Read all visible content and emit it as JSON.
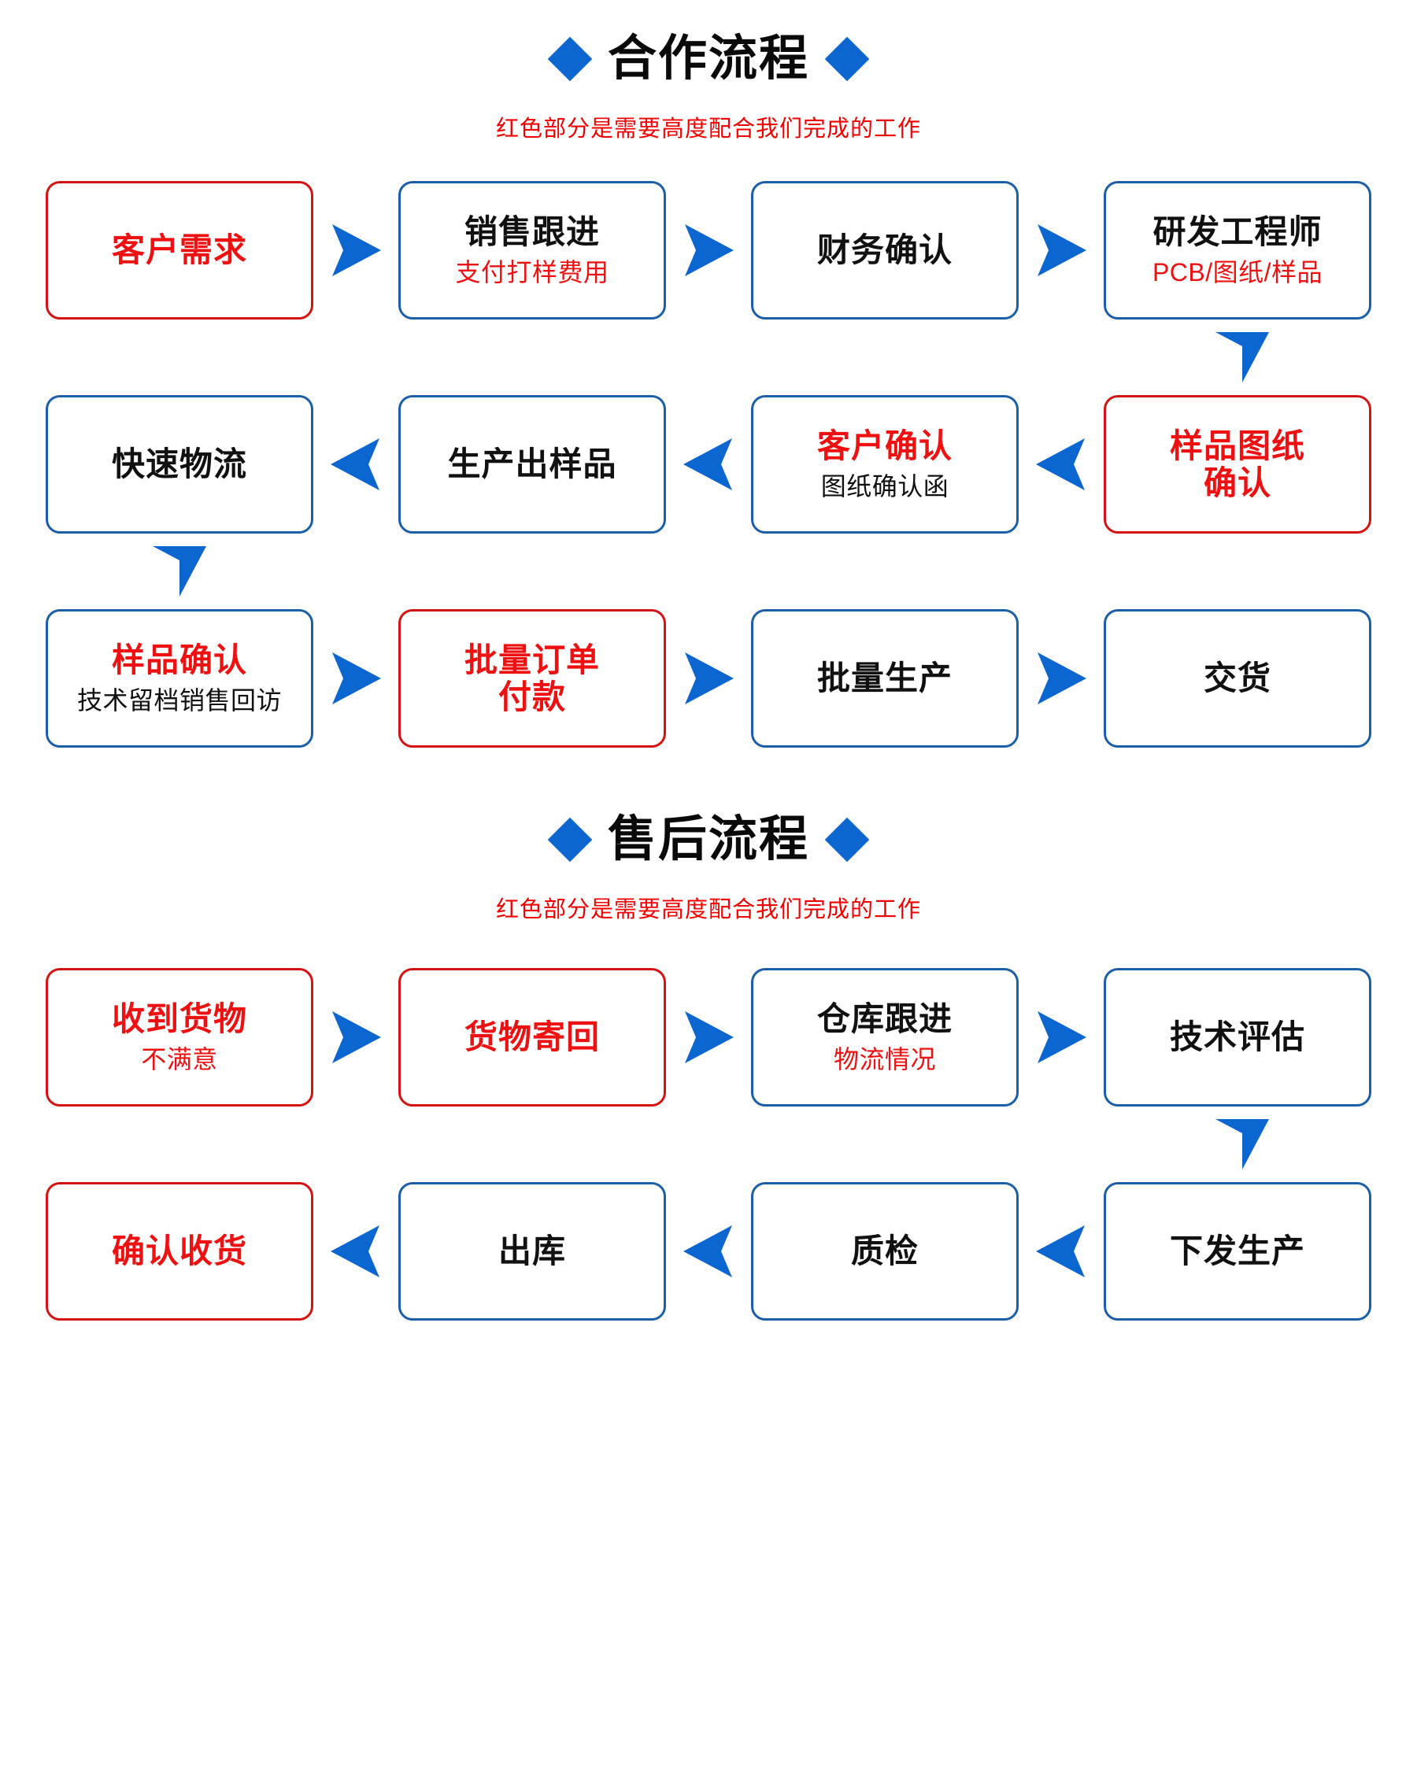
{
  "sections": [
    {
      "id": "cooperation",
      "title": "合作流程",
      "subtitle": "红色部分是需要高度配合我们完成的工作",
      "diamond_icon": "diamond-icon",
      "accent_blue": "#1b5fa8",
      "accent_red": "#d61212",
      "arrow_color": "#0c66d0",
      "rows": [
        {
          "direction": "ltr",
          "nodes": [
            {
              "title": "客户需求",
              "title_color": "red",
              "border": "red",
              "sub": "",
              "sub_color": "black"
            },
            {
              "title": "销售跟进",
              "title_color": "black",
              "border": "blue",
              "sub": "支付打样费用",
              "sub_color": "red"
            },
            {
              "title": "财务确认",
              "title_color": "black",
              "border": "blue",
              "sub": "",
              "sub_color": "black"
            },
            {
              "title": "研发工程师",
              "title_color": "black",
              "border": "blue",
              "sub": "PCB/图纸/样品",
              "sub_color": "red"
            }
          ]
        },
        {
          "direction": "rtl",
          "nodes": [
            {
              "title": "快速物流",
              "title_color": "black",
              "border": "blue",
              "sub": "",
              "sub_color": "black"
            },
            {
              "title": "生产出样品",
              "title_color": "black",
              "border": "blue",
              "sub": "",
              "sub_color": "black"
            },
            {
              "title": "客户确认",
              "title_color": "red",
              "border": "blue",
              "sub": "图纸确认函",
              "sub_color": "black"
            },
            {
              "title": "样品图纸\n确认",
              "title_color": "red",
              "border": "red",
              "sub": "",
              "sub_color": "black"
            }
          ]
        },
        {
          "direction": "ltr",
          "nodes": [
            {
              "title": "样品确认",
              "title_color": "red",
              "border": "blue",
              "sub": "技术留档销售回访",
              "sub_color": "black"
            },
            {
              "title": "批量订单\n付款",
              "title_color": "red",
              "border": "red",
              "sub": "",
              "sub_color": "black"
            },
            {
              "title": "批量生产",
              "title_color": "black",
              "border": "blue",
              "sub": "",
              "sub_color": "black"
            },
            {
              "title": "交货",
              "title_color": "black",
              "border": "blue",
              "sub": "",
              "sub_color": "black"
            }
          ]
        }
      ],
      "vertical_arrows": [
        {
          "after_row": 0,
          "column": 3
        },
        {
          "after_row": 1,
          "column": 0
        }
      ]
    },
    {
      "id": "after-sales",
      "title": "售后流程",
      "subtitle": "红色部分是需要高度配合我们完成的工作",
      "diamond_icon": "diamond-icon",
      "accent_blue": "#1b5fa8",
      "accent_red": "#d61212",
      "arrow_color": "#0c66d0",
      "rows": [
        {
          "direction": "ltr",
          "nodes": [
            {
              "title": "收到货物",
              "title_color": "red",
              "border": "red",
              "sub": "不满意",
              "sub_color": "red"
            },
            {
              "title": "货物寄回",
              "title_color": "red",
              "border": "red",
              "sub": "",
              "sub_color": "black"
            },
            {
              "title": "仓库跟进",
              "title_color": "black",
              "border": "blue",
              "sub": "物流情况",
              "sub_color": "red"
            },
            {
              "title": "技术评估",
              "title_color": "black",
              "border": "blue",
              "sub": "",
              "sub_color": "black"
            }
          ]
        },
        {
          "direction": "rtl",
          "nodes": [
            {
              "title": "确认收货",
              "title_color": "red",
              "border": "red",
              "sub": "",
              "sub_color": "black"
            },
            {
              "title": "出库",
              "title_color": "black",
              "border": "blue",
              "sub": "",
              "sub_color": "black"
            },
            {
              "title": "质检",
              "title_color": "black",
              "border": "blue",
              "sub": "",
              "sub_color": "black"
            },
            {
              "title": "下发生产",
              "title_color": "black",
              "border": "blue",
              "sub": "",
              "sub_color": "black"
            }
          ]
        }
      ],
      "vertical_arrows": [
        {
          "after_row": 0,
          "column": 3
        }
      ]
    }
  ]
}
